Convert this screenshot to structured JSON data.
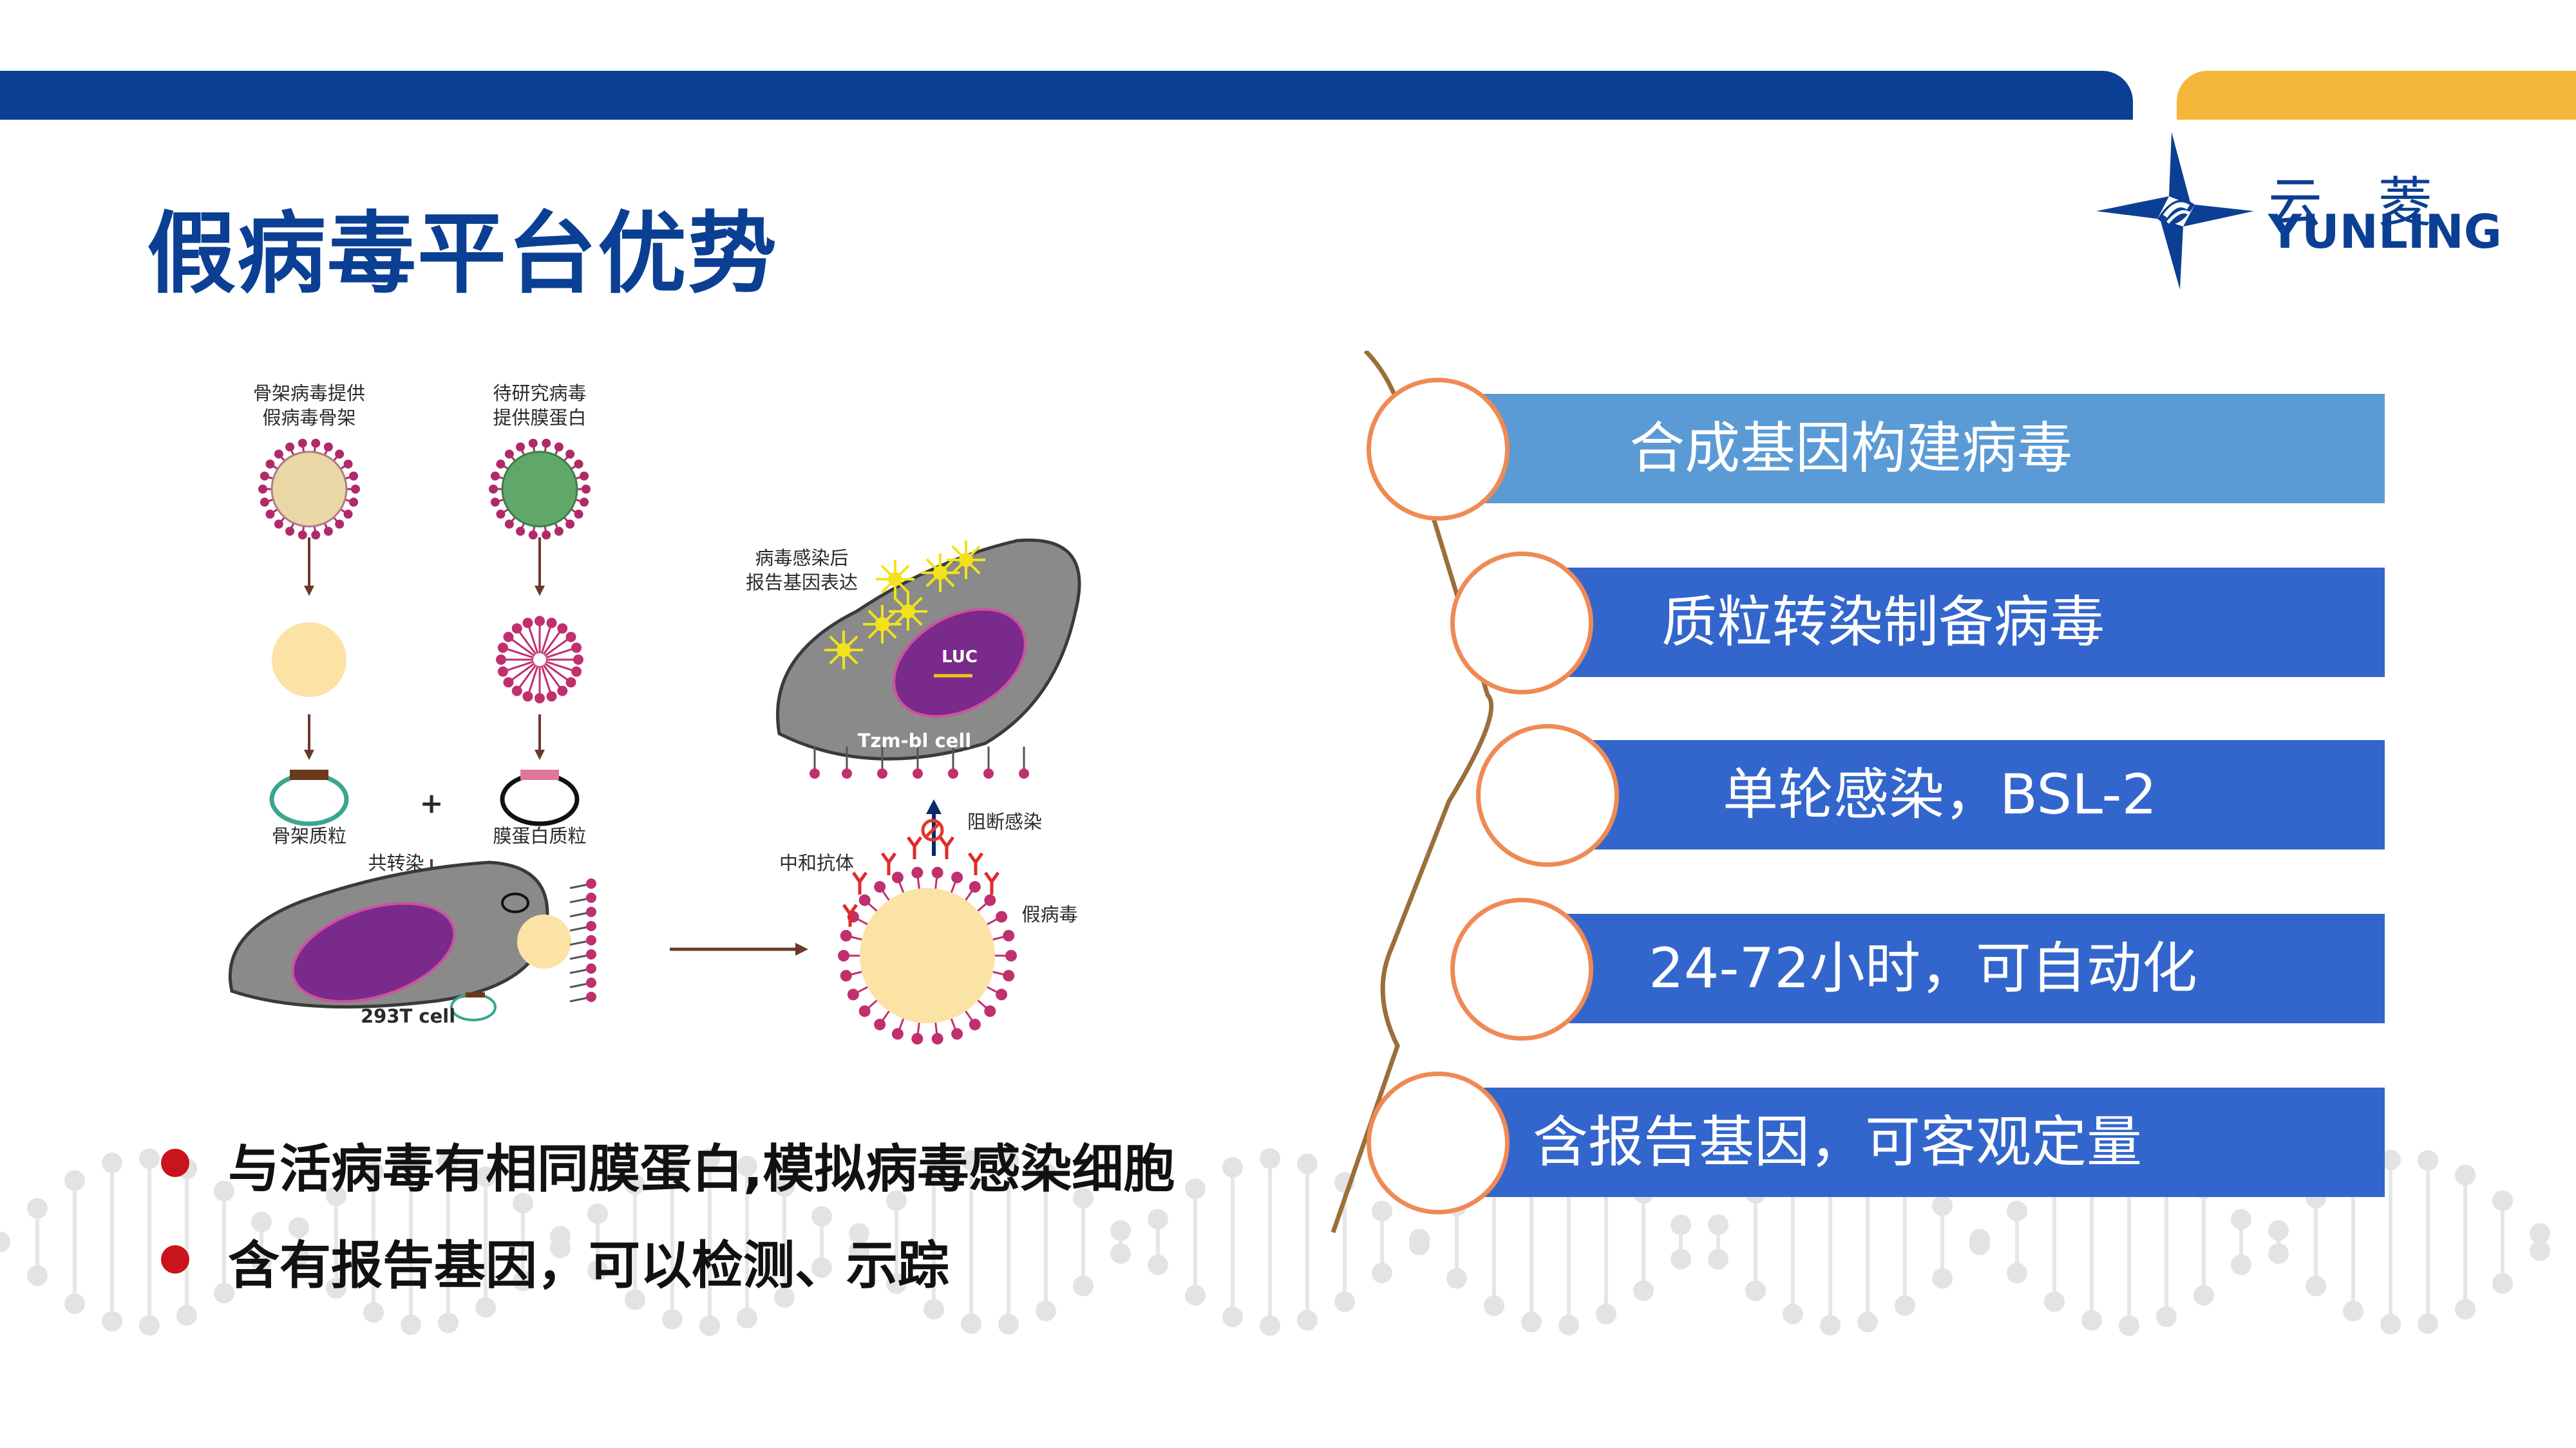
{
  "slide": {
    "title": "假病毒平台优势"
  },
  "logo": {
    "cn": "云 菱",
    "en": "YUNLING"
  },
  "diagram": {
    "labels": {
      "backbone_virus": "骨架病毒提供",
      "backbone_virus_2": "假病毒骨架",
      "study_virus": "待研究病毒",
      "study_virus_2": "提供膜蛋白",
      "backbone_plasmid": "骨架质粒",
      "envelope_plasmid": "膜蛋白质粒",
      "cotransfection": "共转染",
      "plus": "+",
      "cell_293t": "293T cell",
      "post_infection": "病毒感染后",
      "post_infection_2": "报告基因表达",
      "luc": "LUC",
      "tzm_cell": "Tzm-bl cell",
      "block_infection": "阻断感染",
      "neutralizing_ab": "中和抗体",
      "pseudovirus": "假病毒"
    }
  },
  "bullets": [
    "与活病毒有相同膜蛋白,模拟病毒感染细胞",
    "含有报告基因，可以检测、示踪"
  ],
  "advantages": [
    "合成基因构建病毒",
    "质粒转染制备病毒",
    "单轮感染，BSL-2",
    "24-72小时，可自动化",
    "含报告基因，可客观定量"
  ],
  "colors": {
    "brand_blue": "#0b3f93",
    "accent_gold": "#f5b73a",
    "band_light": "#5b9bd5",
    "band_dark": "#3366cc",
    "ring_orange": "#ef8a55",
    "bullet_red": "#c8141a"
  }
}
